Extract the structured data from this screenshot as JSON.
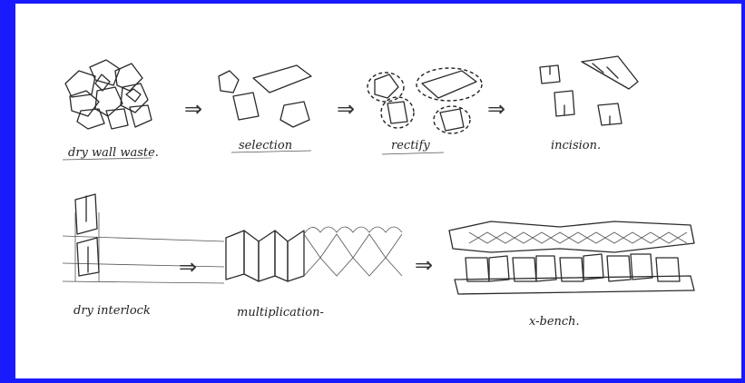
{
  "colors": {
    "orange": "#f2a17e",
    "blue": "#9fb3dd",
    "grey": "#a8a8a8",
    "frame": "#1a1aff"
  },
  "steps_row1": [
    {
      "label": "dry wall waste."
    },
    {
      "label": "selection"
    },
    {
      "label": "rectify"
    },
    {
      "label": "incision."
    }
  ],
  "steps_row2": [
    {
      "label": "dry interlock"
    },
    {
      "label": "multiplication-"
    },
    {
      "label": "x-bench."
    }
  ],
  "arrow_glyph": "⇒"
}
